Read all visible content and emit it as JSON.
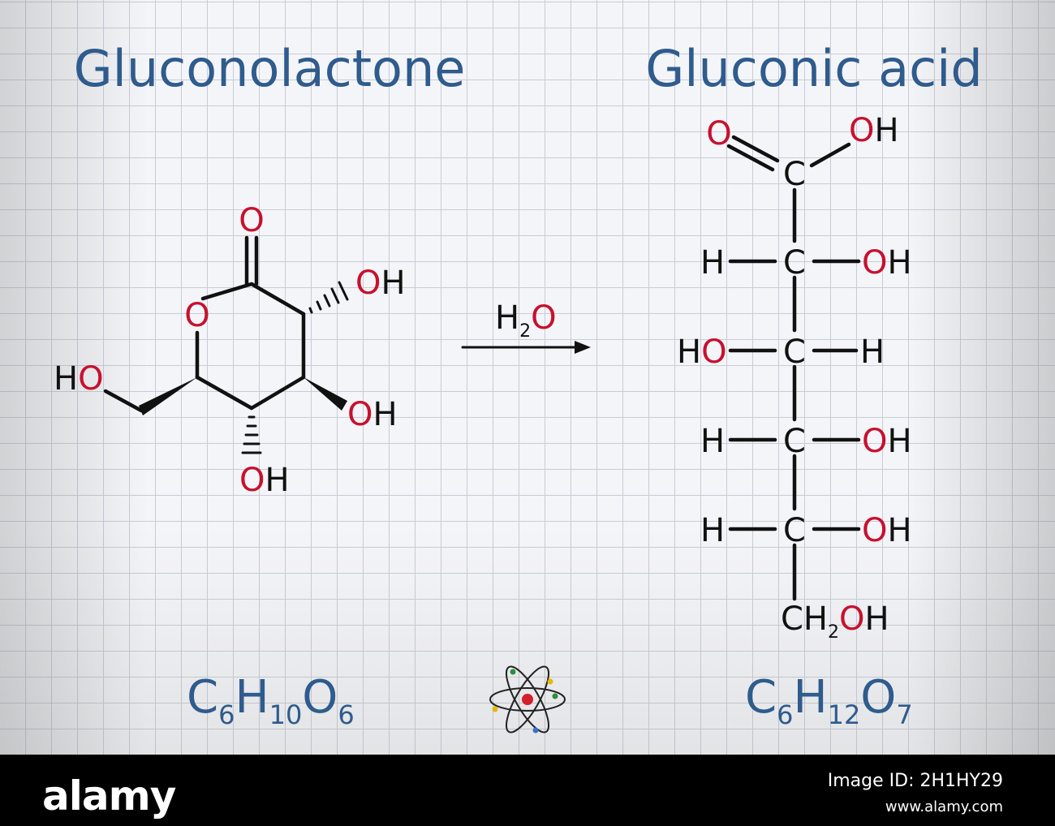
{
  "titles": {
    "left": "Gluconolactone",
    "right": "Gluconic acid"
  },
  "reaction": {
    "reagent": {
      "main": "H",
      "sub": "2",
      "tail": "O"
    }
  },
  "formulas": {
    "left": [
      {
        "t": "C"
      },
      {
        "s": "6"
      },
      {
        "t": "H"
      },
      {
        "s": "10"
      },
      {
        "t": "O"
      },
      {
        "s": "6"
      }
    ],
    "right": [
      {
        "t": "C"
      },
      {
        "s": "6"
      },
      {
        "t": "H"
      },
      {
        "s": "12"
      },
      {
        "t": "O"
      },
      {
        "s": "7"
      }
    ]
  },
  "lactone_labels": {
    "carbonyl_o": "O",
    "ring_o": "O",
    "oh_c3": "OH",
    "oh_c4": "OH",
    "oh_c5": "OH",
    "ho_ch2": "HO"
  },
  "acid_labels": {
    "carboxyl_o": "O",
    "carboxyl_oh": "OH",
    "carbon": "C",
    "hydrogen": "H",
    "hydroxyl": "OH",
    "hydroxyl_left": "HO",
    "terminal": {
      "main": "CH",
      "sub": "2",
      "tail": "OH"
    }
  },
  "footer": {
    "brand": "alamy",
    "image_id": "Image ID: 2H1HY29",
    "url": "www.alamy.com"
  },
  "colors": {
    "title": "#2f5b8d",
    "oxygen": "#c8102e",
    "carbon": "#111111",
    "grid": "#c9ccd6"
  },
  "icons": [
    "atom-icon"
  ]
}
